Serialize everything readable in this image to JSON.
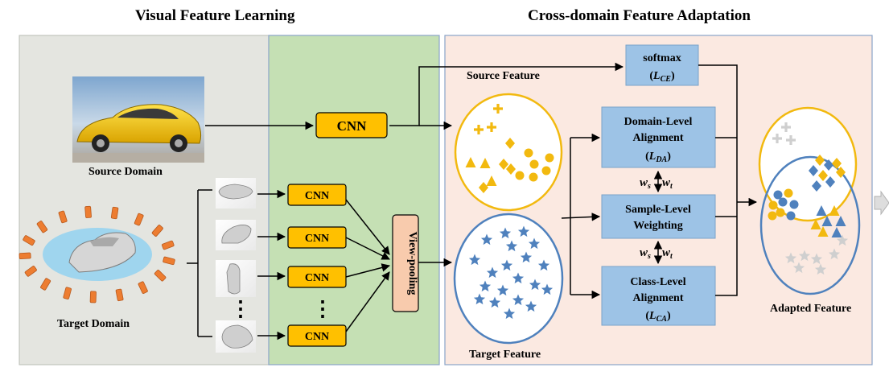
{
  "titles": {
    "left": "Visual Feature Learning",
    "right": "Cross-domain Feature Adaptation"
  },
  "labels": {
    "source_domain": "Source Domain",
    "target_domain": "Target Domain",
    "source_feature": "Source Feature",
    "target_feature": "Target Feature",
    "adapted_feature": "Adapted Feature",
    "cnn": "CNN",
    "view_pooling": "View-pooling",
    "ellipsis": "⋮"
  },
  "boxes": {
    "softmax": {
      "line1": "softmax",
      "loss": "L",
      "loss_sub": "CE"
    },
    "domain_level": {
      "line1": "Domain-Level",
      "line2": "Alignment",
      "loss": "L",
      "loss_sub": "DA"
    },
    "sample_level": {
      "line1": "Sample-Level",
      "line2": "Weighting"
    },
    "class_level": {
      "line1": "Class-Level",
      "line2": "Alignment",
      "loss": "L",
      "loss_sub": "CA"
    }
  },
  "weights": {
    "w": "w",
    "s": "s",
    "t": "t"
  },
  "colors": {
    "panel_gray": "#e4e5e0",
    "panel_green": "#c5e0b4",
    "panel_pink": "#fbe9e1",
    "cnn_fill": "#ffc000",
    "blue_box": "#9dc3e6",
    "viewpool": "#f8cbad",
    "yellow": "#f2b90f",
    "blue": "#4f81bd",
    "orange": "#ed7d31",
    "gray_shape": "#cfcfcf"
  }
}
